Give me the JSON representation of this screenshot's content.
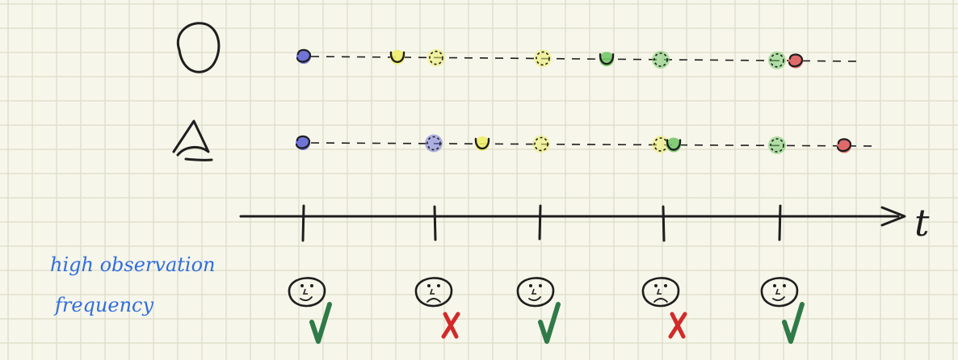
{
  "colors": {
    "background": "#f7f6ea",
    "grid": "#dcdcc8",
    "ink": "#1e1e1e",
    "blue_note": "#2f6ee0",
    "purple": "#6f74d6",
    "yellow": "#eeee6a",
    "green": "#74c86a",
    "red": "#e06a6a",
    "check": "#2f7a48",
    "cross": "#d22a2a"
  },
  "diagram": {
    "axis_label": "t",
    "note": [
      "high observation",
      "frequency"
    ],
    "rows": [
      {
        "shape": "circle-icon",
        "points": [
          {
            "t": 0,
            "color": "purple",
            "kind": "state"
          },
          {
            "t": 1,
            "color": "yellow",
            "kind": "outline"
          },
          {
            "t": 2,
            "color": "yellow",
            "kind": "dotted"
          },
          {
            "t": 3,
            "color": "yellow",
            "kind": "dotted"
          },
          {
            "t": 4,
            "color": "green",
            "kind": "outline"
          },
          {
            "t": 5,
            "color": "green",
            "kind": "dotted"
          },
          {
            "t": 6,
            "color": "green",
            "kind": "dotted"
          },
          {
            "t": 7,
            "color": "red",
            "kind": "state"
          }
        ]
      },
      {
        "shape": "triangle-icon",
        "points": [
          {
            "t": 0,
            "color": "purple",
            "kind": "state"
          },
          {
            "t": 1,
            "color": "purple",
            "kind": "dotted"
          },
          {
            "t": 2,
            "color": "yellow",
            "kind": "outline"
          },
          {
            "t": 3,
            "color": "yellow",
            "kind": "dotted"
          },
          {
            "t": 4,
            "color": "yellow",
            "kind": "dotted"
          },
          {
            "t": 5,
            "color": "green",
            "kind": "outline"
          },
          {
            "t": 6,
            "color": "green",
            "kind": "dotted"
          },
          {
            "t": 7,
            "color": "red",
            "kind": "state"
          }
        ]
      }
    ],
    "observations": [
      {
        "tick": 1,
        "face": "happy",
        "mark": "check"
      },
      {
        "tick": 2,
        "face": "sad",
        "mark": "cross"
      },
      {
        "tick": 3,
        "face": "happy",
        "mark": "check"
      },
      {
        "tick": 4,
        "face": "sad",
        "mark": "cross"
      },
      {
        "tick": 5,
        "face": "happy",
        "mark": "check"
      }
    ]
  }
}
